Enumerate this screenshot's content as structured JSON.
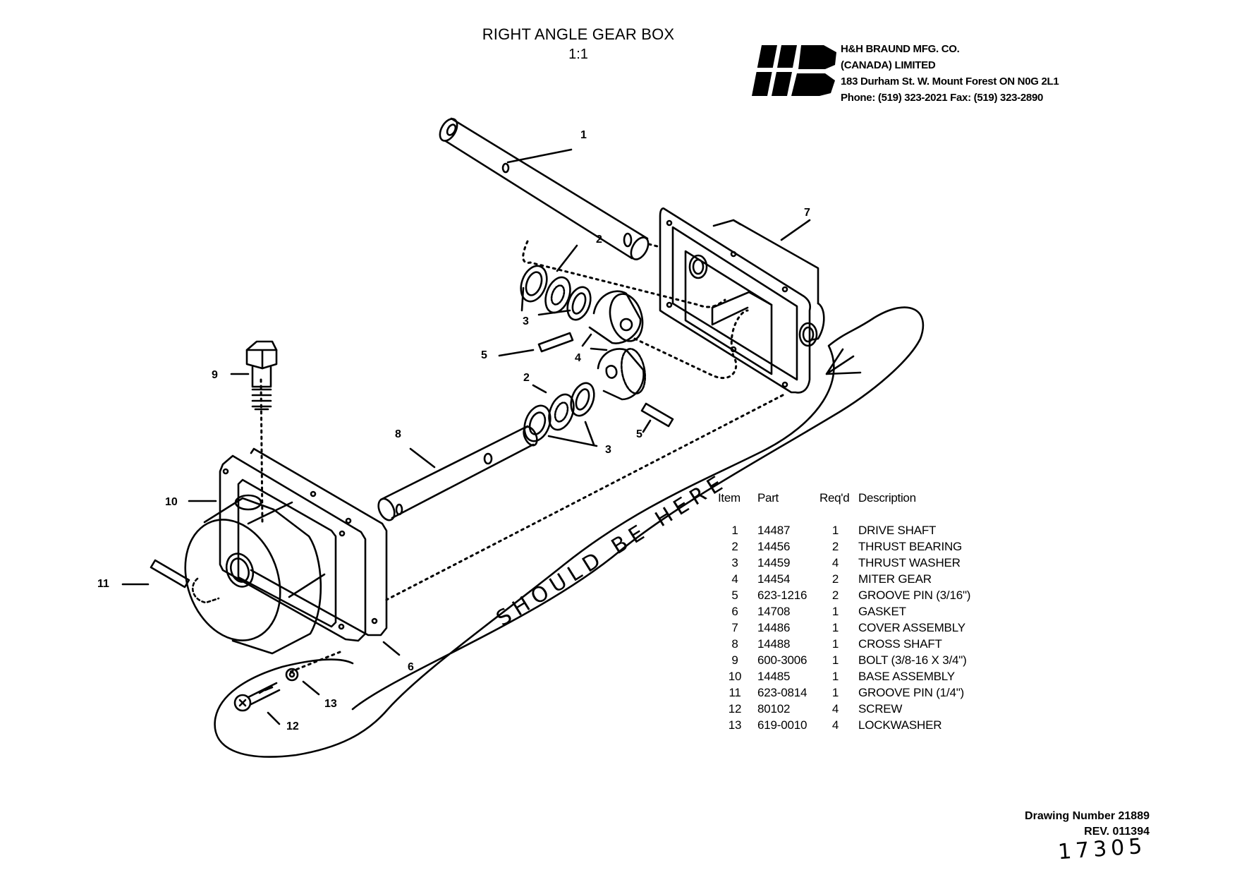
{
  "header": {
    "title": "RIGHT ANGLE GEAR BOX",
    "scale": "1:1"
  },
  "company": {
    "logo_text": "HB",
    "name": "H&H BRAUND MFG. CO.",
    "subname": "(CANADA) LIMITED",
    "address": "183 Durham St. W. Mount Forest ON N0G 2L1",
    "phone": "Phone: (519) 323-2021 Fax: (519) 323-2890"
  },
  "callouts": {
    "c1": "1",
    "c2a": "2",
    "c2b": "2",
    "c3a": "3",
    "c3b": "3",
    "c4": "4",
    "c5a": "5",
    "c5b": "5",
    "c6": "6",
    "c7": "7",
    "c8": "8",
    "c9": "9",
    "c10": "10",
    "c11": "11",
    "c12": "12",
    "c13": "13"
  },
  "annotation": {
    "handwritten_note": "SHOULD BE HERE"
  },
  "parts_table": {
    "headers": [
      "Item",
      "Part",
      "Req'd",
      "Description"
    ],
    "rows": [
      {
        "item": "1",
        "part": "14487",
        "qty": "1",
        "description": "DRIVE SHAFT"
      },
      {
        "item": "2",
        "part": "14456",
        "qty": "2",
        "description": "THRUST BEARING"
      },
      {
        "item": "3",
        "part": "14459",
        "qty": "4",
        "description": "THRUST WASHER"
      },
      {
        "item": "4",
        "part": "14454",
        "qty": "2",
        "description": "MITER GEAR"
      },
      {
        "item": "5",
        "part": "623-1216",
        "qty": "2",
        "description": "GROOVE PIN (3/16\")"
      },
      {
        "item": "6",
        "part": "14708",
        "qty": "1",
        "description": "GASKET"
      },
      {
        "item": "7",
        "part": "14486",
        "qty": "1",
        "description": "COVER ASSEMBLY"
      },
      {
        "item": "8",
        "part": "14488",
        "qty": "1",
        "description": "CROSS SHAFT"
      },
      {
        "item": "9",
        "part": "600-3006",
        "qty": "1",
        "description": "BOLT (3/8-16 X 3/4\")"
      },
      {
        "item": "10",
        "part": "14485",
        "qty": "1",
        "description": "BASE ASSEMBLY"
      },
      {
        "item": "11",
        "part": "623-0814",
        "qty": "1",
        "description": "GROOVE PIN (1/4\")"
      },
      {
        "item": "12",
        "part": "80102",
        "qty": "4",
        "description": "SCREW"
      },
      {
        "item": "13",
        "part": "619-0010",
        "qty": "4",
        "description": "LOCKWASHER"
      }
    ]
  },
  "footer": {
    "drawing_number": "Drawing Number 21889",
    "revision": "REV. 011394",
    "handwritten_number": "17305"
  }
}
